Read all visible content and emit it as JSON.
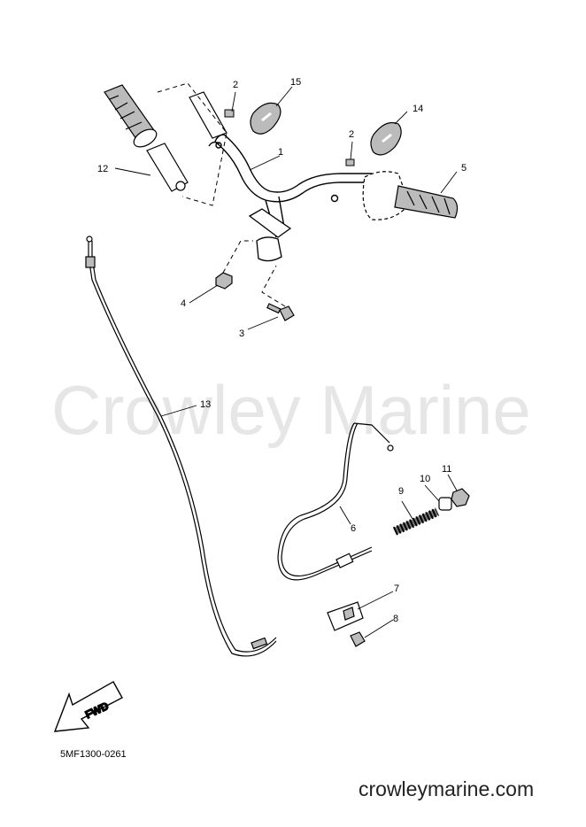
{
  "watermark": "Crowley Marine",
  "footer_code": "5MF1300-0261",
  "site": "crowleymarine.com",
  "fwd_label": "FWD",
  "callouts": {
    "c1": "1",
    "c2a": "2",
    "c2b": "2",
    "c3": "3",
    "c4": "4",
    "c5": "5",
    "c6": "6",
    "c7": "7",
    "c8": "8",
    "c9": "9",
    "c10": "10",
    "c11": "11",
    "c12": "12",
    "c13": "13",
    "c14": "14",
    "c15": "15"
  }
}
